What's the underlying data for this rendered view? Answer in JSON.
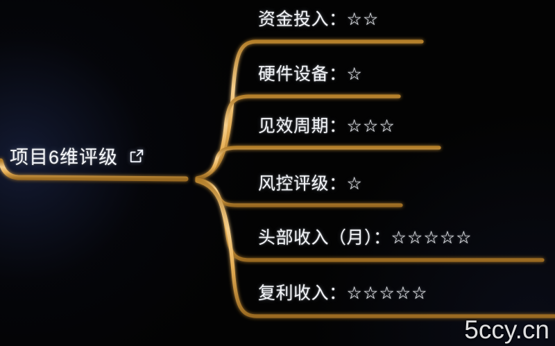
{
  "diagram": {
    "type": "mindmap",
    "background_color": "#030303",
    "branch_color": "#e0a94a",
    "text_color": "#f2f4f8",
    "root": {
      "label": "项目6维评级",
      "icon": "external-link-icon"
    },
    "branches": [
      {
        "label": "资金投入：",
        "stars": "☆☆",
        "rating": 2,
        "max_rating": 6
      },
      {
        "label": "硬件设备：",
        "stars": "☆",
        "rating": 1,
        "max_rating": 6
      },
      {
        "label": "见效周期：",
        "stars": "☆☆☆",
        "rating": 3,
        "max_rating": 6
      },
      {
        "label": "风控评级：",
        "stars": "☆",
        "rating": 1,
        "max_rating": 6
      },
      {
        "label": "头部收入（月）：",
        "stars": "☆☆☆☆☆",
        "rating": 5,
        "max_rating": 6
      },
      {
        "label": "复利收入：",
        "stars": "☆☆☆☆☆",
        "rating": 5,
        "max_rating": 6
      }
    ]
  },
  "watermark": {
    "text": "5ccy.cn"
  }
}
